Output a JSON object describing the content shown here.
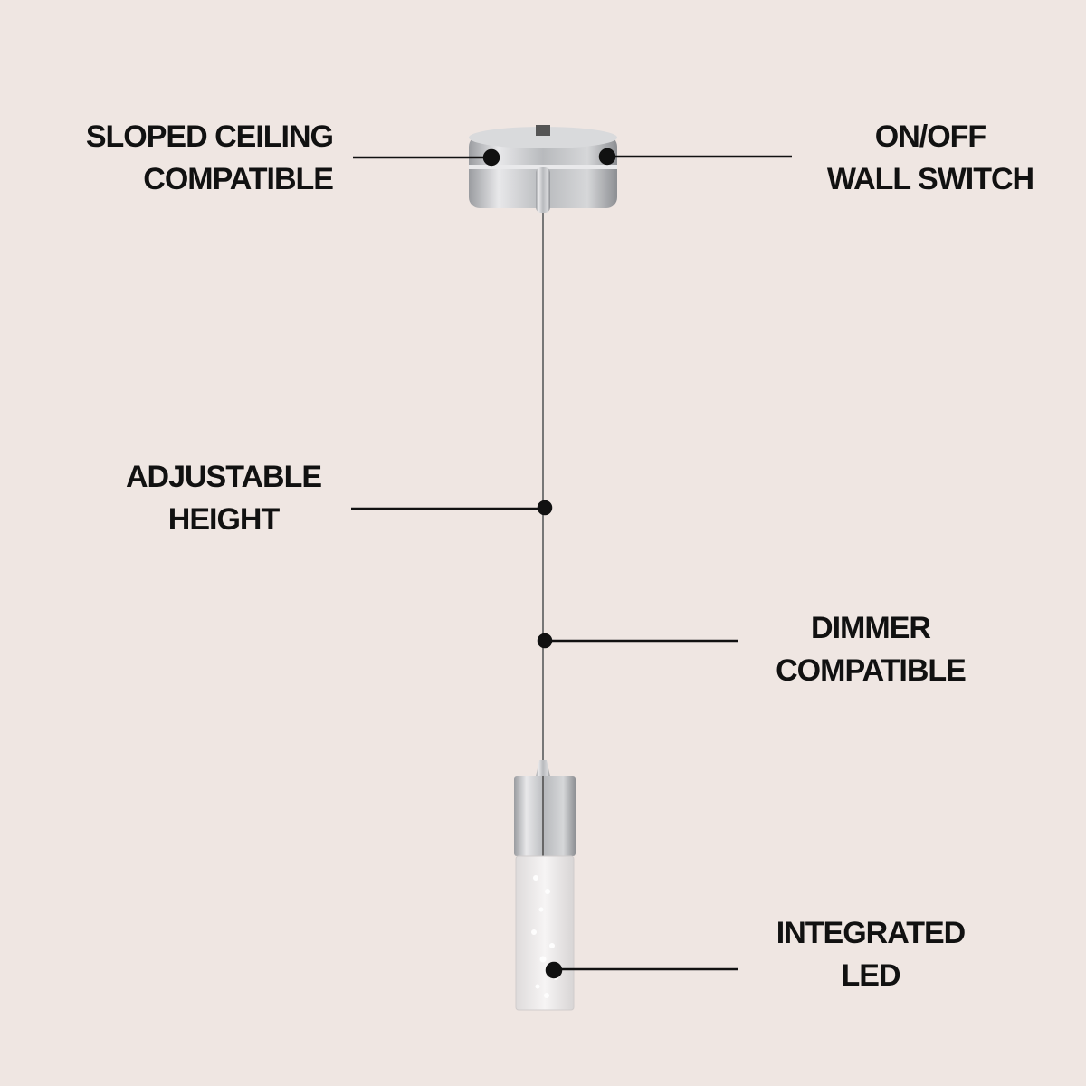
{
  "features": [
    {
      "id": "sloped-ceiling",
      "line1": "SLOPED CEILING",
      "line2": "COMPATIBLE"
    },
    {
      "id": "wall-switch",
      "line1": "ON/OFF",
      "line2": "WALL SWITCH"
    },
    {
      "id": "adjustable-height",
      "line1": "ADJUSTABLE",
      "line2": "HEIGHT"
    },
    {
      "id": "dimmer",
      "line1": "DIMMER",
      "line2": "COMPATIBLE"
    },
    {
      "id": "integrated-led",
      "line1": "INTEGRATED",
      "line2": "LED"
    }
  ],
  "colors": {
    "background": "#efe6e2",
    "text": "#111111",
    "chrome": "#c9c9cc"
  }
}
